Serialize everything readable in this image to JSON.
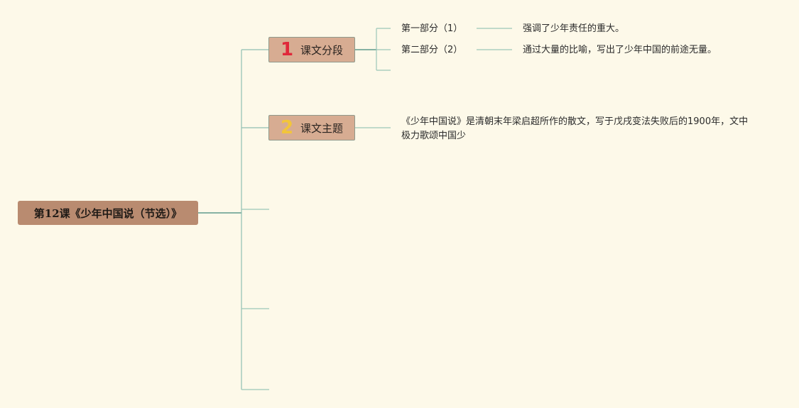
{
  "root": {
    "title": "第12课《少年中国说（节选）》"
  },
  "branches": [
    {
      "number": "1",
      "label": "课文分段",
      "number_color": "#e0283a",
      "children": [
        {
          "title": "第一部分（1）",
          "detail": "强调了少年责任的重大。"
        },
        {
          "title": "第二部分（2）",
          "detail": "通过大量的比喻，写出了少年中国的前途无量。"
        }
      ]
    },
    {
      "number": "2",
      "label": "课文主题",
      "number_color": "#f2c53a",
      "text": "《少年中国说》是清朝末年梁启超所作的散文，写于戊戌变法失败后的1900年，文中极力歌颂中国少"
    }
  ],
  "colors": {
    "background": "#fdf9e9",
    "root_fill": "#b98b70",
    "branch_fill": "#d7ac92",
    "connector_main": "#5f9b8c",
    "connector_light": "#9cc7b9"
  }
}
